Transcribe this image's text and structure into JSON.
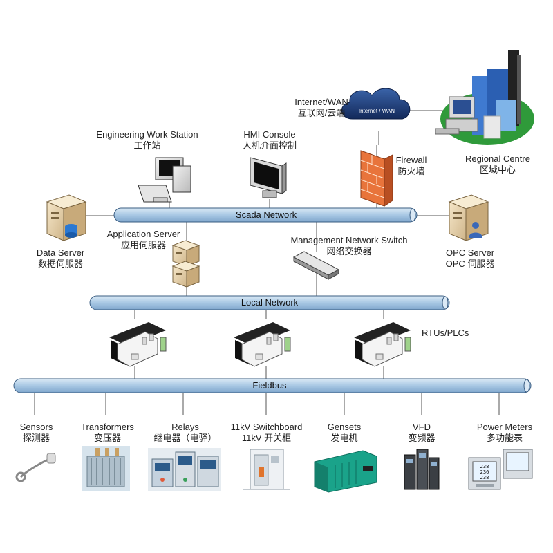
{
  "buses": {
    "scada": "Scada Network",
    "local": "Local Network",
    "fieldbus": "Fieldbus"
  },
  "nodes": {
    "internet": {
      "en": "Internet/WAN",
      "zh": "互联网/云端",
      "cloud_text": "Internet / WAN"
    },
    "regional": {
      "en": "Regional Centre",
      "zh": "区域中心"
    },
    "firewall": {
      "en": "Firewall",
      "zh": "防火墙"
    },
    "ews": {
      "en": "Engineering Work Station",
      "zh": "工作站"
    },
    "hmi": {
      "en": "HMI Console",
      "zh": "人机介面控制"
    },
    "data_server": {
      "en": "Data Server",
      "zh": "数据伺服器"
    },
    "app_server": {
      "en": "Application Server",
      "zh": "应用伺服器"
    },
    "switch": {
      "en": "Management Network Switch",
      "zh": "网络交换器"
    },
    "opc": {
      "en": "OPC Server",
      "zh": "OPC 伺服器"
    },
    "rtus": {
      "en": "RTUs/PLCs"
    }
  },
  "field_devices": [
    {
      "en": "Sensors",
      "zh": "探测器"
    },
    {
      "en": "Transformers",
      "zh": "变压器"
    },
    {
      "en": "Relays",
      "zh": "继电器（电驿）"
    },
    {
      "en": "11kV Switchboard",
      "zh": "11kV 开关柜"
    },
    {
      "en": "Gensets",
      "zh": "发电机"
    },
    {
      "en": "VFD",
      "zh": "变频器"
    },
    {
      "en": "Power Meters",
      "zh": "多功能表"
    }
  ],
  "meter_readings": [
    "238",
    "236",
    "238"
  ],
  "colors": {
    "bus_fill": "#b9d3ea",
    "bus_stroke": "#3a5d82",
    "firewall": "#e8743b",
    "cloud": "#1f3f7a",
    "genset": "#1aa38a",
    "grass": "#2f9a3a"
  }
}
